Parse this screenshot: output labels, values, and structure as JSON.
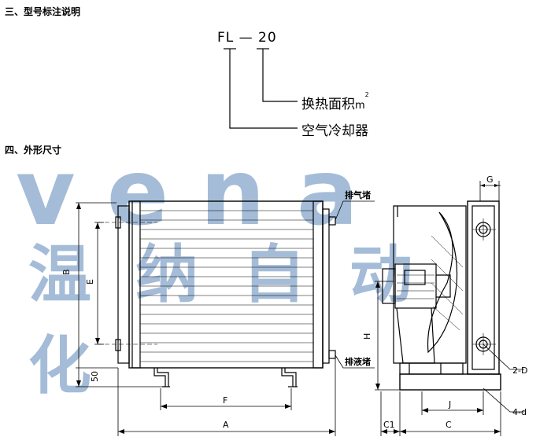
{
  "sections": {
    "model_heading": "三、型号标注说明",
    "dims_heading": "四、外形尺寸"
  },
  "model": {
    "code": "FL — 20",
    "area_label": "换热面积",
    "area_unit": "m",
    "area_unit_sup": "2",
    "cooler_label": "空气冷却器"
  },
  "callouts": {
    "vent": "排气堵",
    "drain": "排液堵"
  },
  "dims": {
    "A": "A",
    "B": "B",
    "E": "E",
    "F": "F",
    "fifty": "50",
    "G": "G",
    "H": "H",
    "J": "J",
    "C": "C",
    "C1": "C1",
    "two_D": "2-D",
    "four_d": "4-d"
  },
  "watermark": {
    "latin": "vena",
    "cjk": "温纳自动化"
  }
}
